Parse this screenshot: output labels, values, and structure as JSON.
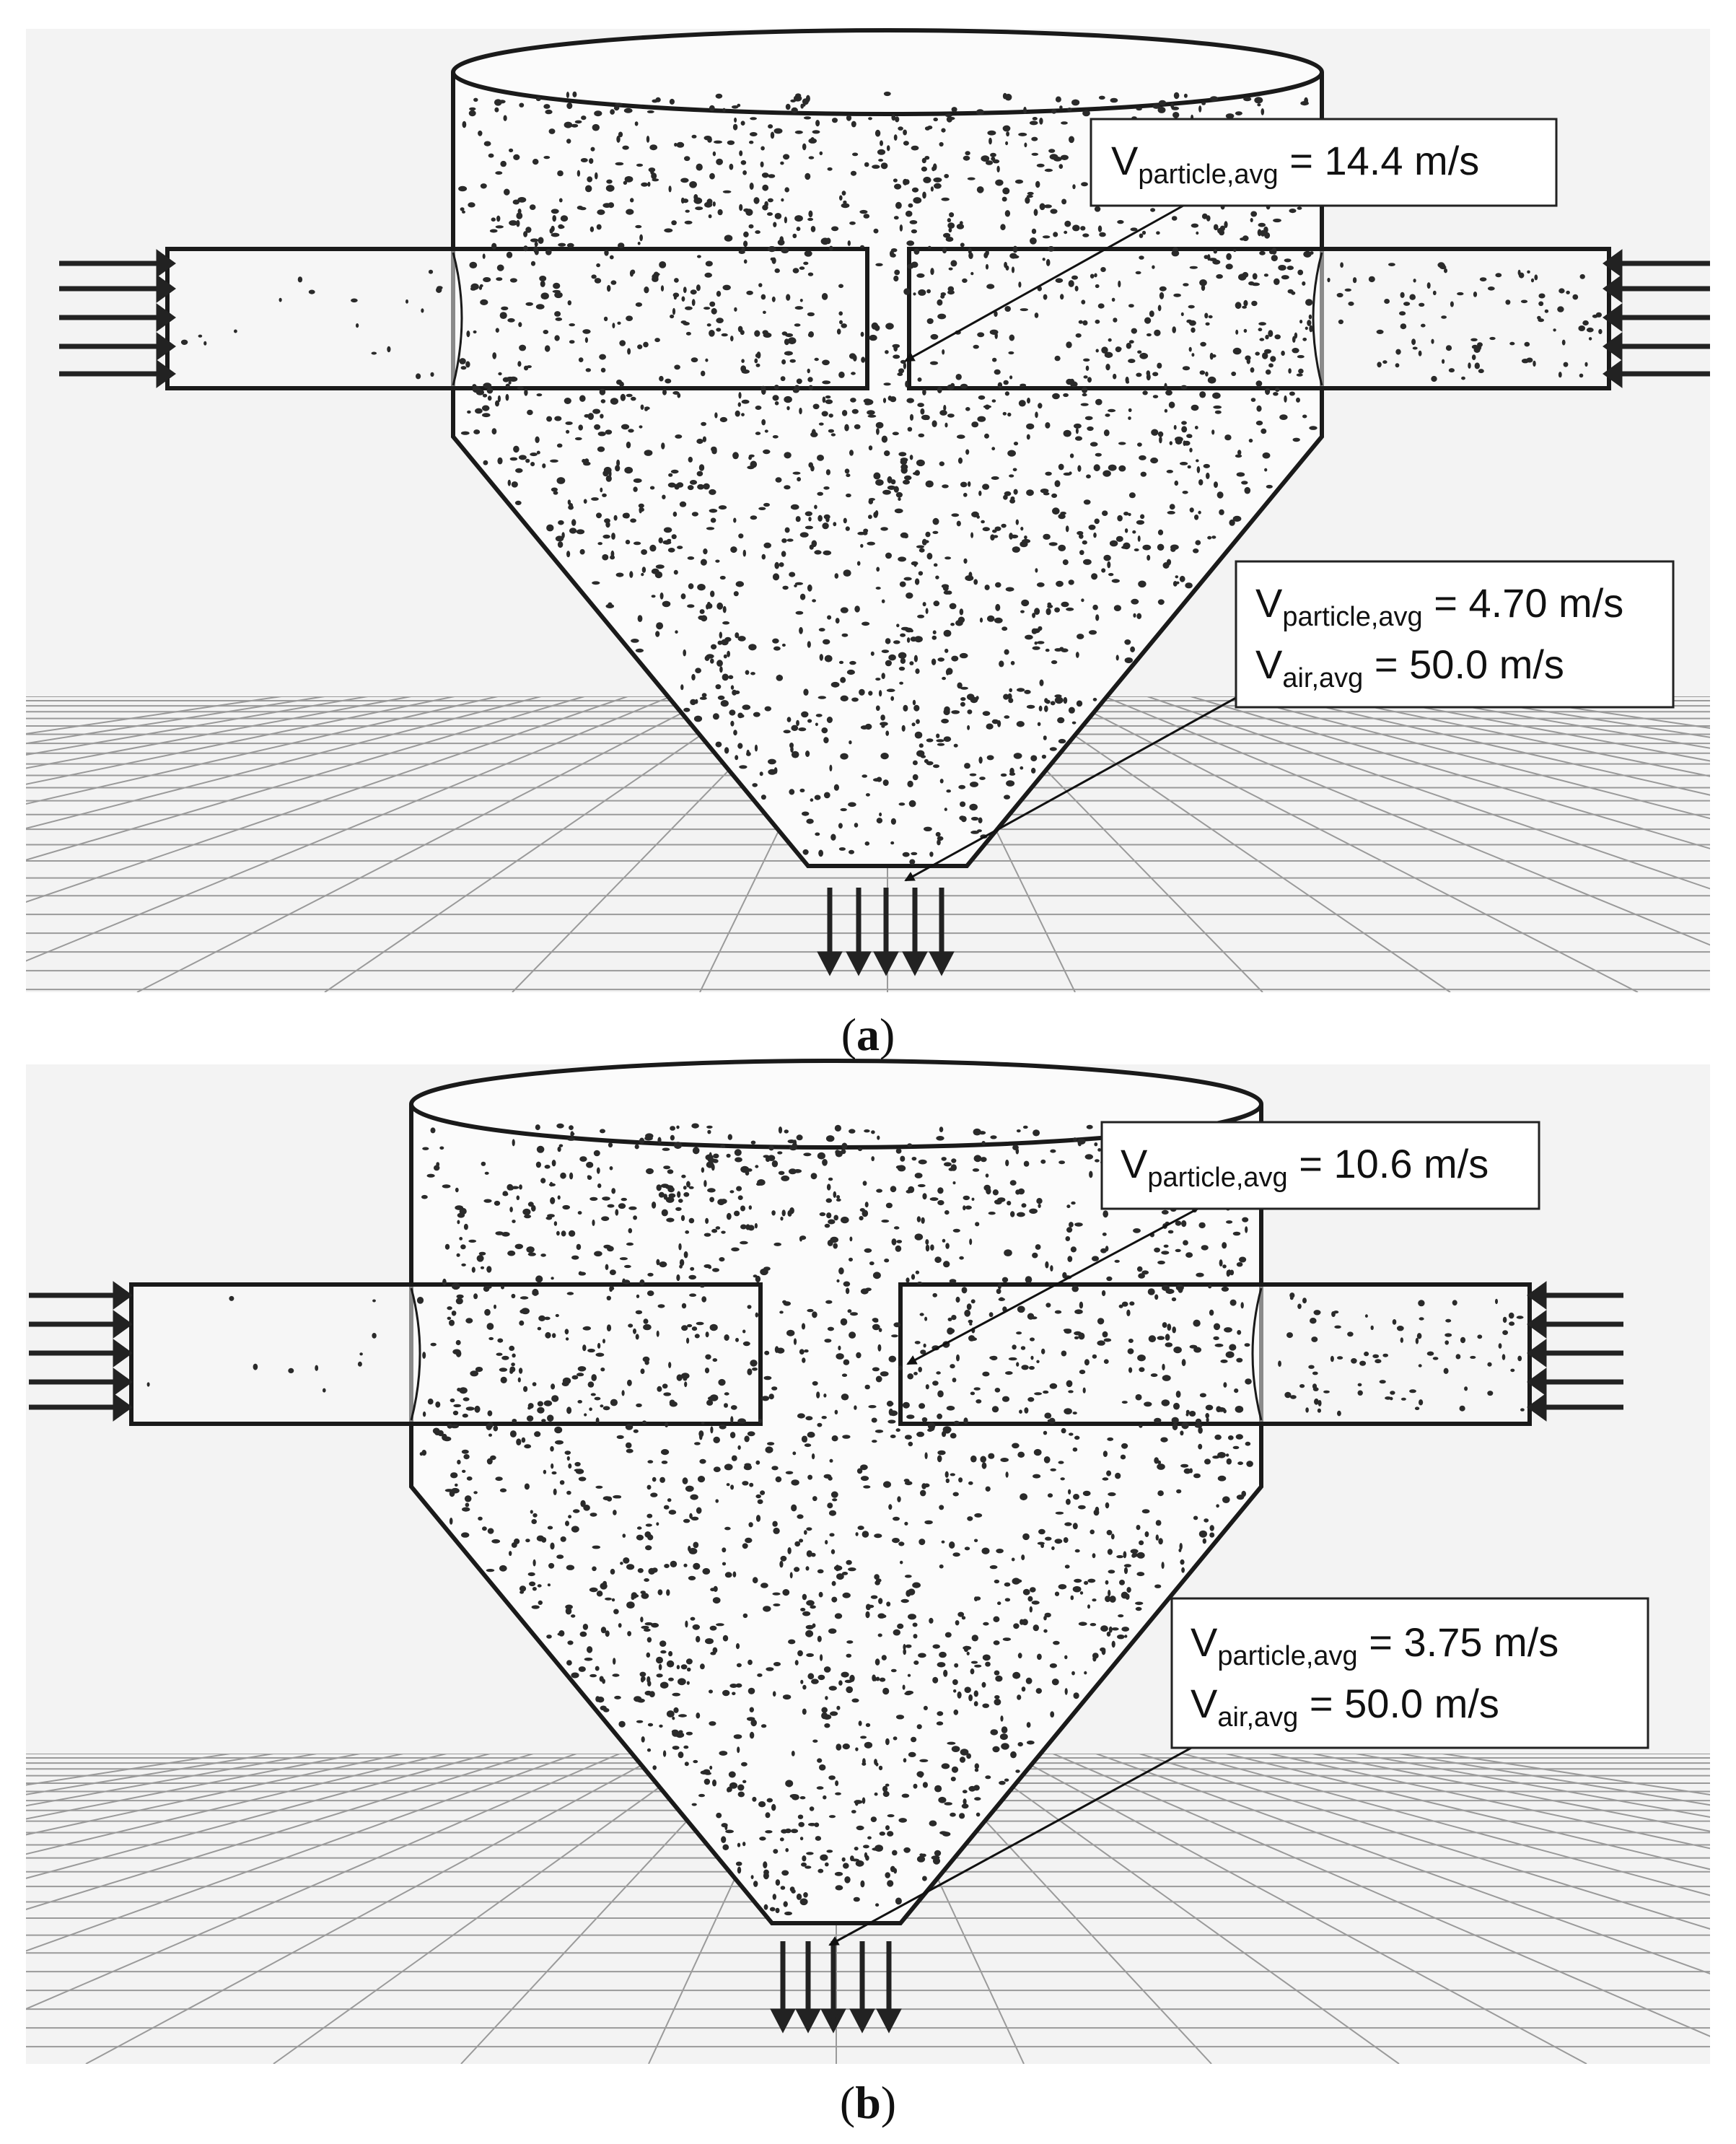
{
  "panels": [
    {
      "id": "a",
      "caption_letter": "a",
      "labels": {
        "top": {
          "var": "V",
          "sub": "particle,avg",
          "value": " = 14.4 m/s"
        },
        "bottom_line1": {
          "var": "V",
          "sub": "particle,avg",
          "value": " = 4.70 m/s"
        },
        "bottom_line2": {
          "var": "V",
          "sub": "air,avg",
          "value": " = 50.0 m/s"
        }
      }
    },
    {
      "id": "b",
      "caption_letter": "b",
      "labels": {
        "top": {
          "var": "V",
          "sub": "particle,avg",
          "value": " = 10.6 m/s"
        },
        "bottom_line1": {
          "var": "V",
          "sub": "particle,avg",
          "value": " = 3.75 m/s"
        },
        "bottom_line2": {
          "var": "V",
          "sub": "air,avg",
          "value": " = 50.0 m/s"
        }
      }
    }
  ],
  "colors": {
    "background": "#f3f3f3",
    "outline": "#1a1a1a",
    "particle": "#2a2a2a",
    "grid": "#9a9a9a"
  }
}
